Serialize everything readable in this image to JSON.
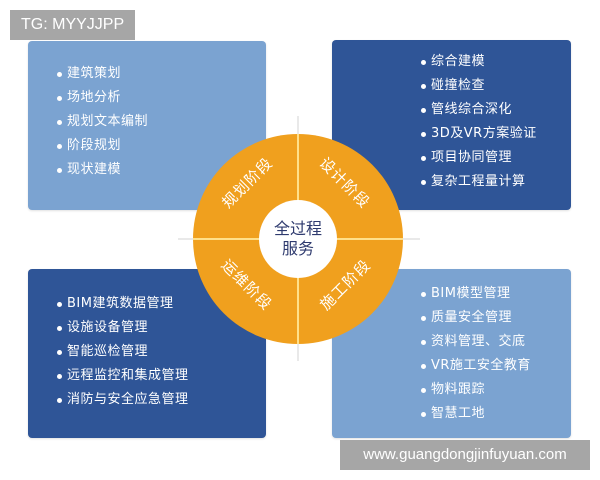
{
  "watermarks": {
    "top_left": "TG: MYYJJPP",
    "bottom_right": "www.guangdongjinfuyuan.com"
  },
  "center": {
    "line1": "全过程",
    "line2": "服务"
  },
  "stages": {
    "planning": "规划阶段",
    "design": "设计阶段",
    "operation": "运维阶段",
    "construction": "施工阶段"
  },
  "panels": {
    "planning": {
      "items": [
        "建筑策划",
        "场地分析",
        "规划文本编制",
        "阶段规划",
        "现状建模"
      ]
    },
    "design": {
      "items": [
        "综合建模",
        "碰撞检查",
        "管线综合深化",
        "3D及VR方案验证",
        "项目协同管理",
        "复杂工程量计算"
      ]
    },
    "operation": {
      "items": [
        "BIM建筑数据管理",
        "设施设备管理",
        "智能巡检管理",
        "远程监控和集成管理",
        "消防与安全应急管理"
      ]
    },
    "construction": {
      "items": [
        "BIM模型管理",
        "质量安全管理",
        "资料管理、交底",
        "VR施工安全教育",
        "物料跟踪",
        "智慧工地"
      ]
    }
  },
  "colors": {
    "light_blue": "#7ba3d1",
    "dark_blue": "#2f5597",
    "orange": "#f0a01e",
    "divider": "#ffe08a",
    "center_text": "#2e3a6e"
  }
}
